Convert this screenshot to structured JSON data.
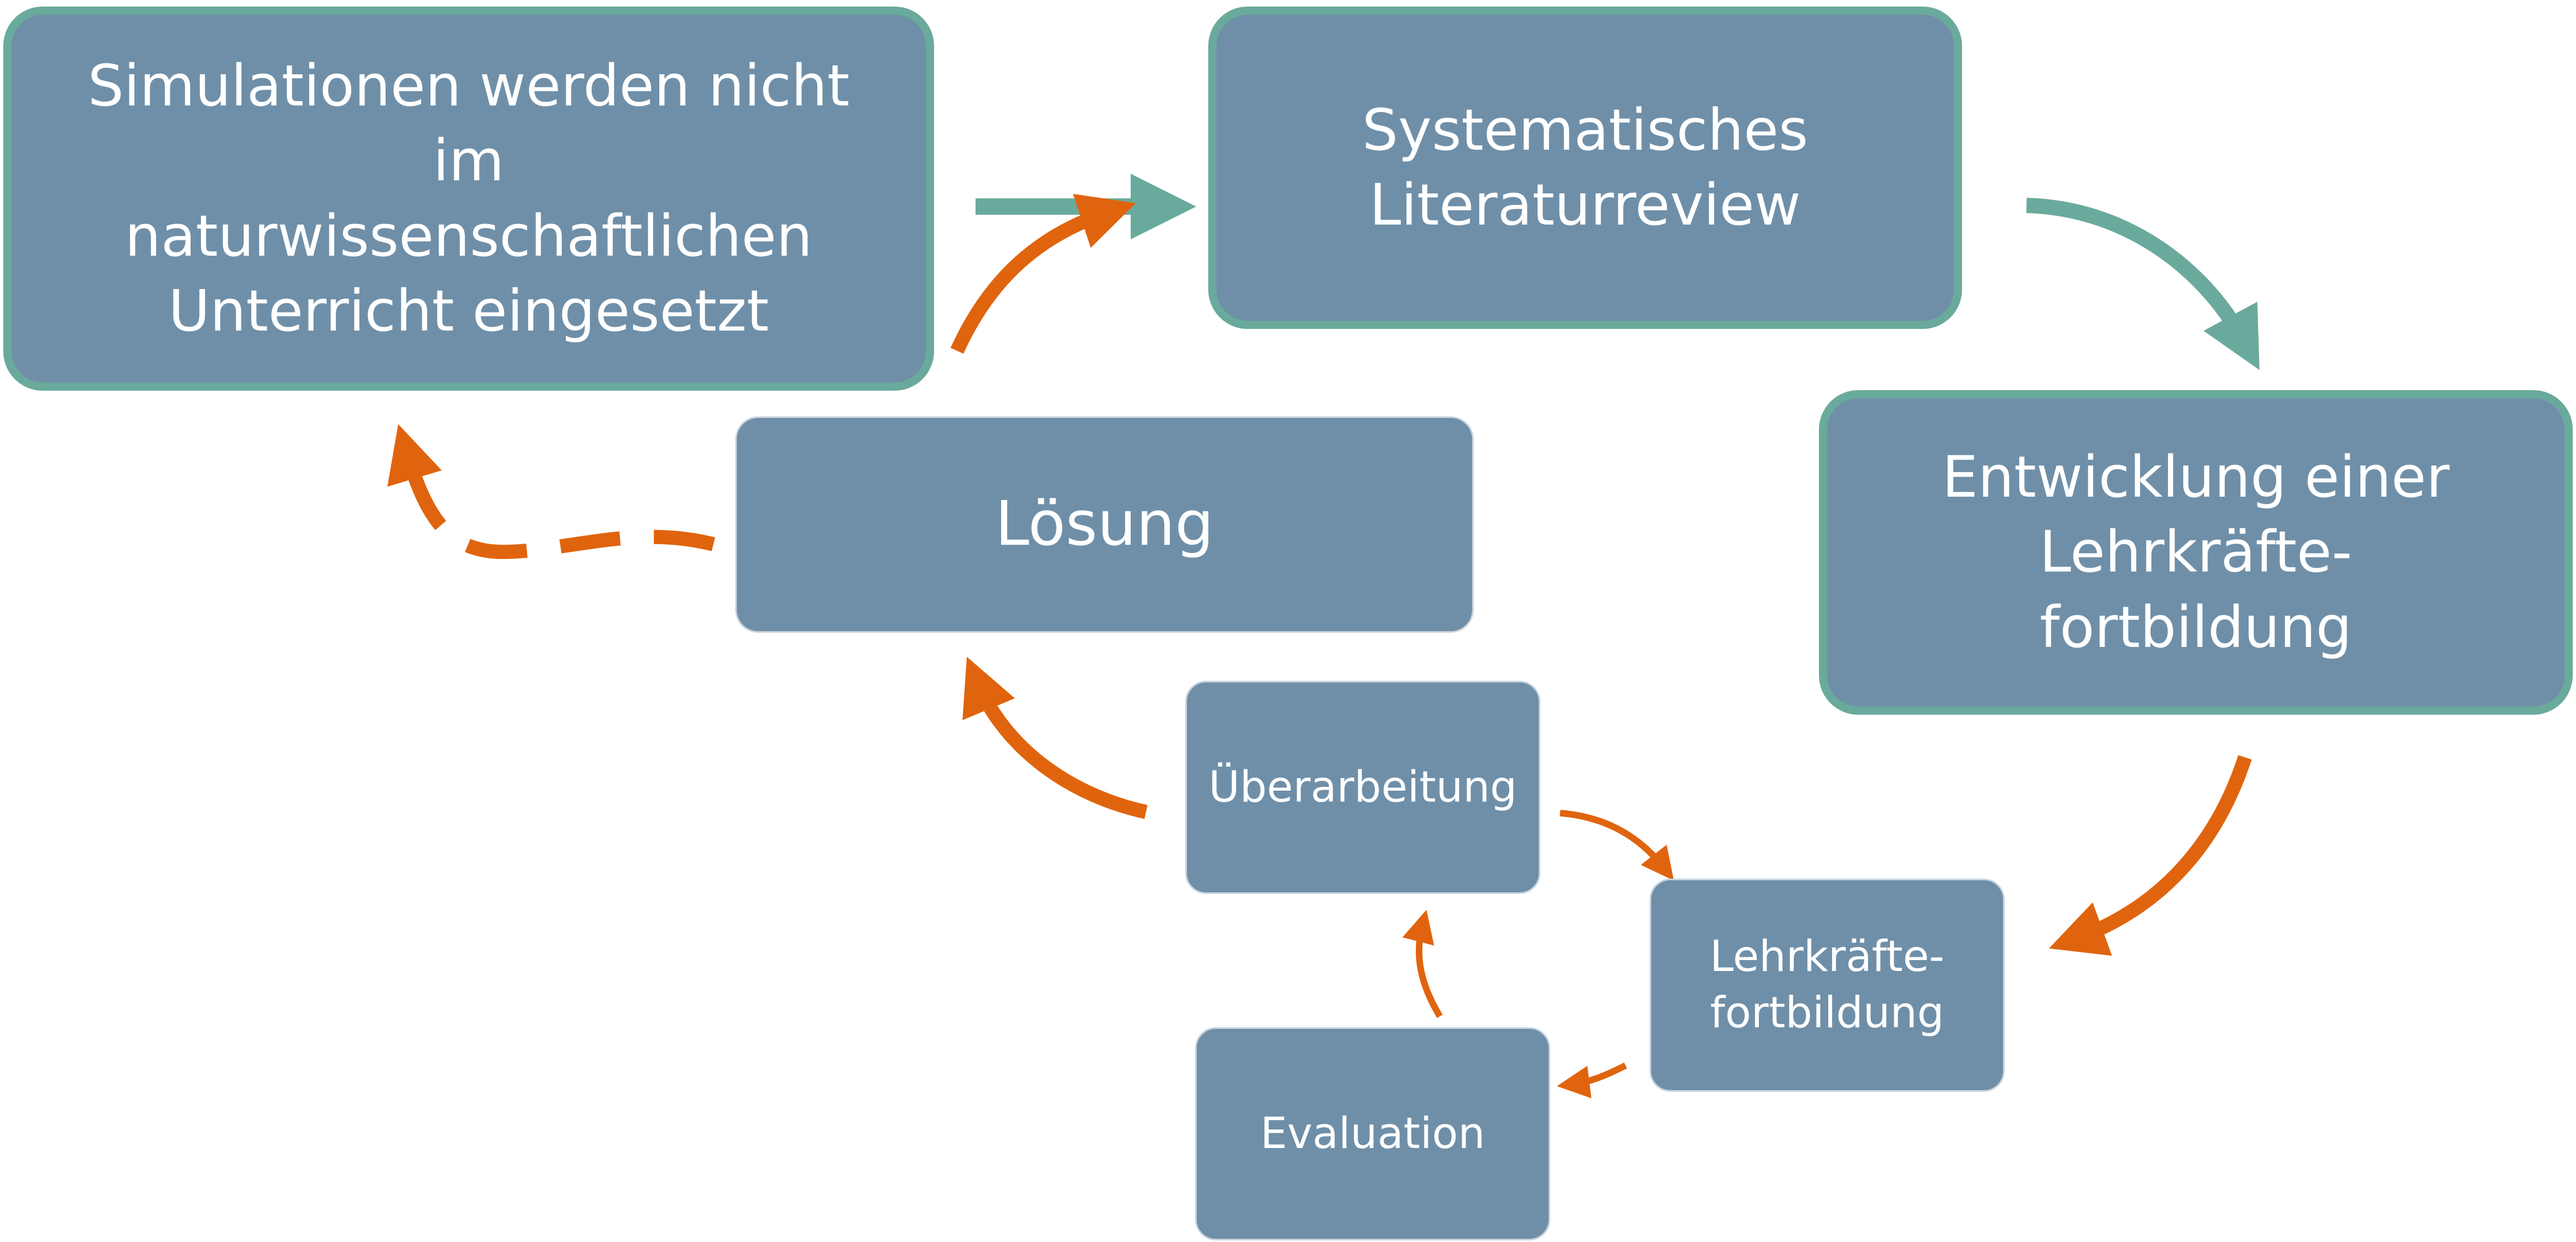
{
  "colors": {
    "box_fill": "#6f8fa8",
    "box_border_primary": "#6aaa9c",
    "box_border_secondary": "#c7d3de",
    "arrow_teal": "#6aaa9c",
    "arrow_orange": "#e0640e",
    "text": "#ffffff"
  },
  "nodes": {
    "problem": {
      "lines": [
        "Simulationen werden nicht",
        "im",
        "naturwissenschaftlichen",
        "Unterricht eingesetzt"
      ]
    },
    "review": {
      "lines": [
        "Systematisches",
        "Literaturreview"
      ]
    },
    "development": {
      "lines": [
        "Entwicklung einer",
        "Lehrkräfte-",
        "fortbildung"
      ]
    },
    "solution": {
      "label": "Lösung"
    },
    "revision": {
      "label": "Überarbeitung"
    },
    "training": {
      "lines": [
        "Lehrkräfte-",
        "fortbildung"
      ]
    },
    "evaluation": {
      "label": "Evaluation"
    }
  }
}
